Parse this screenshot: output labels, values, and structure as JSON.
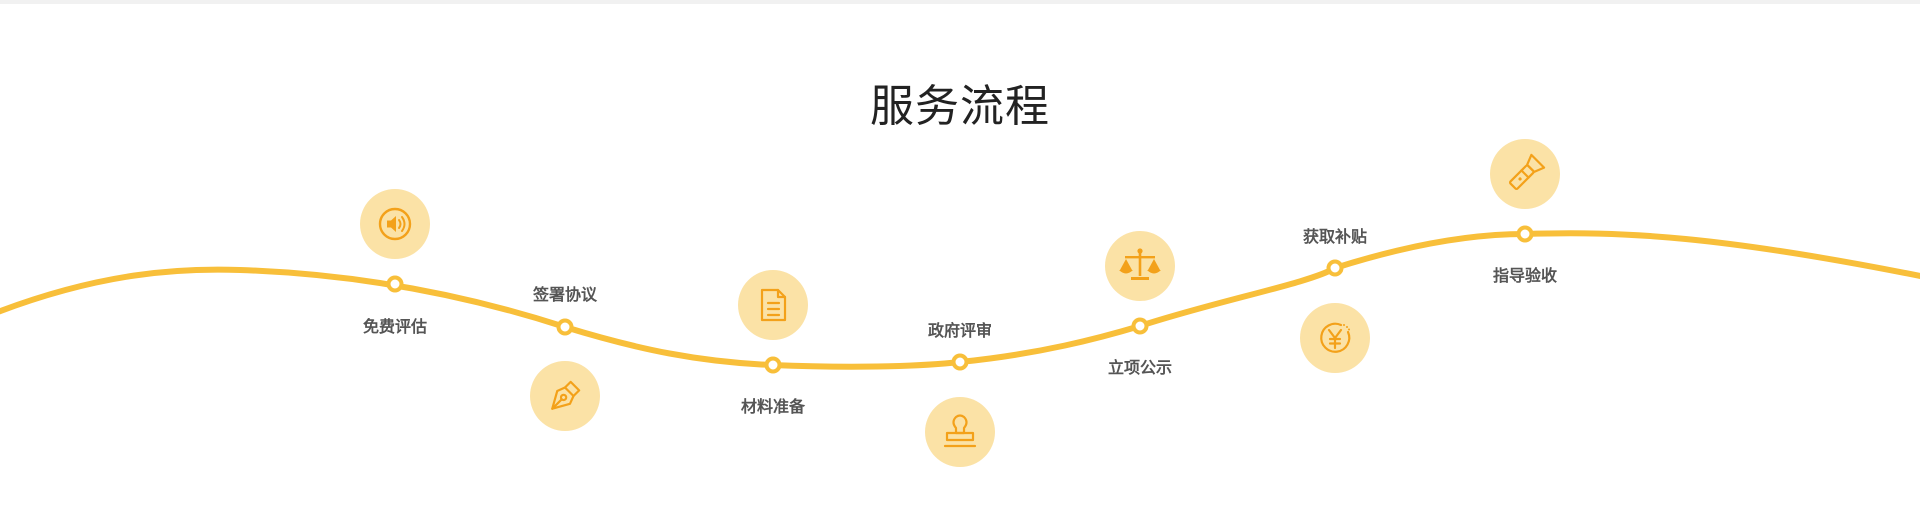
{
  "title": "服务流程",
  "colors": {
    "curve": "#F8BF3A",
    "node_fill": "#ffffff",
    "icon_circle": "#FBE2A6",
    "icon_stroke": "#F3A11A",
    "label": "#555555",
    "title": "#222222"
  },
  "steps": [
    {
      "label": "免费评估",
      "icon": "speaker-icon"
    },
    {
      "label": "签署协议",
      "icon": "pen-nib-icon"
    },
    {
      "label": "材料准备",
      "icon": "document-icon"
    },
    {
      "label": "政府评审",
      "icon": "stamp-icon"
    },
    {
      "label": "立项公示",
      "icon": "scales-icon"
    },
    {
      "label": "获取补贴",
      "icon": "yuan-coin-icon"
    },
    {
      "label": "指导验收",
      "icon": "flashlight-icon"
    }
  ]
}
